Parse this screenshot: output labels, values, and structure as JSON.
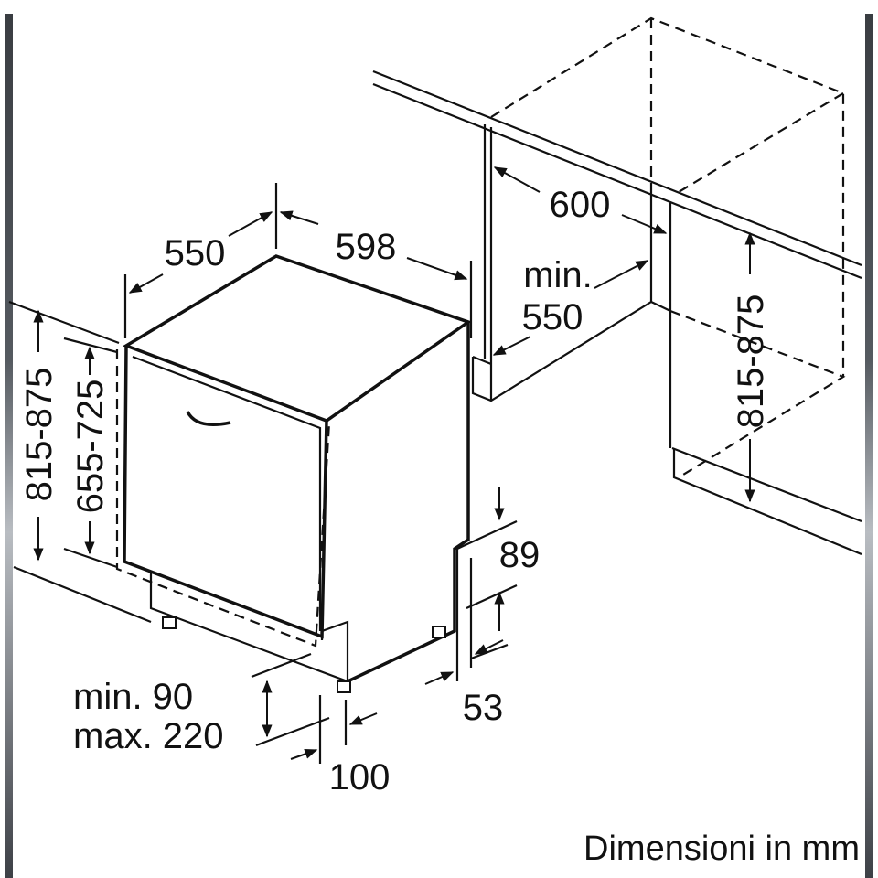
{
  "dimensions": {
    "depth_550": "550",
    "width_598": "598",
    "niche_width_600": "600",
    "niche_depth_min": "min.",
    "niche_depth_550": "550",
    "niche_height_right": "815-875",
    "height_left": "815-875",
    "door_height": "655-725",
    "toe_89": "89",
    "toe_53": "53",
    "plinth_min": "min. 90",
    "plinth_max": "max. 220",
    "plinth_100": "100"
  },
  "caption": "Dimensioni in mm"
}
